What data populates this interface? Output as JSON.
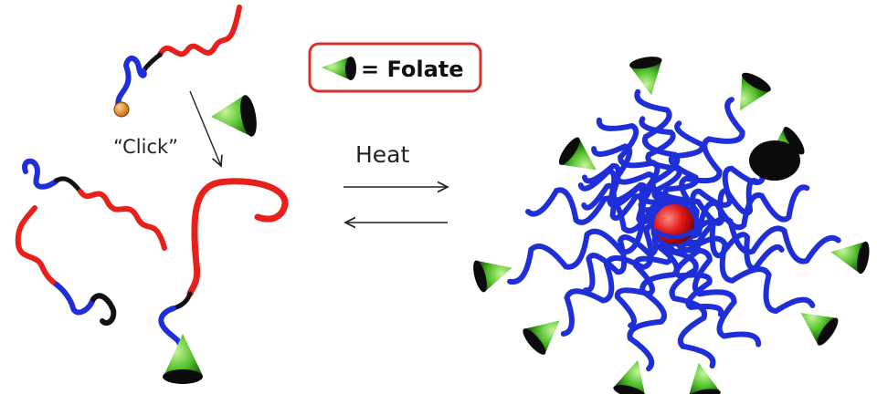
{
  "legend": {
    "text": "= Folate",
    "border_color": "#d9302a",
    "icon": "folate-cone-icon"
  },
  "labels": {
    "click": "“Click”",
    "heat": "Heat"
  },
  "colors": {
    "hydrophilic_block": "#1f2fd8",
    "thermo_block": "#e8201c",
    "linker": "#111111",
    "folate_green": "#4fbf2c",
    "folate_dark": "#0b0b0b",
    "azide_bead": "#e08a2a",
    "core": "#d81818"
  }
}
